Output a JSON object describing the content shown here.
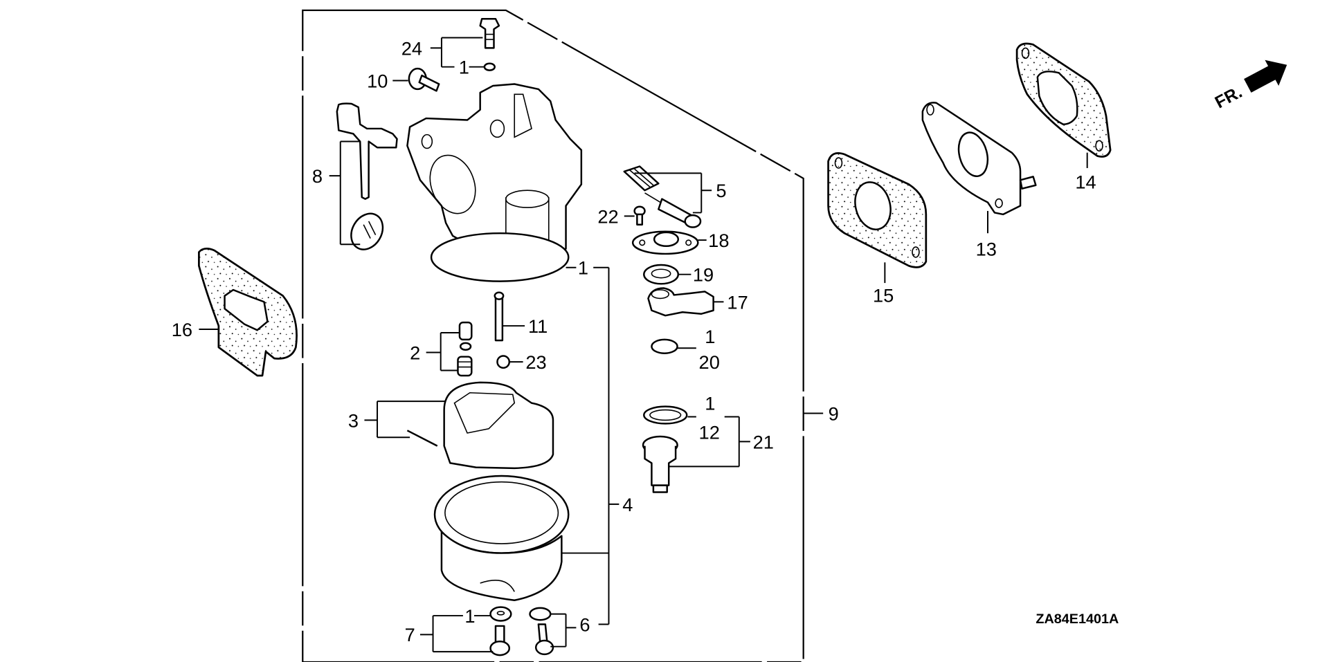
{
  "diagram": {
    "title": "Carburetor exploded parts diagram",
    "code": "ZA84E1401A",
    "direction_indicator": "FR.",
    "colors": {
      "ink": "#000000",
      "background": "#ffffff"
    },
    "callouts": [
      {
        "id": "c24",
        "label": "24"
      },
      {
        "id": "c1a",
        "label": "1"
      },
      {
        "id": "c10",
        "label": "10"
      },
      {
        "id": "c8",
        "label": "8"
      },
      {
        "id": "c5",
        "label": "5"
      },
      {
        "id": "c22",
        "label": "22"
      },
      {
        "id": "c18",
        "label": "18"
      },
      {
        "id": "c1b",
        "label": "1"
      },
      {
        "id": "c19",
        "label": "19"
      },
      {
        "id": "c17",
        "label": "17"
      },
      {
        "id": "c11",
        "label": "11"
      },
      {
        "id": "c2",
        "label": "2"
      },
      {
        "id": "c23",
        "label": "23"
      },
      {
        "id": "c1c",
        "label": "1"
      },
      {
        "id": "c20",
        "label": "20"
      },
      {
        "id": "c16",
        "label": "16"
      },
      {
        "id": "c3",
        "label": "3"
      },
      {
        "id": "c1d",
        "label": "1"
      },
      {
        "id": "c12",
        "label": "12"
      },
      {
        "id": "c21",
        "label": "21"
      },
      {
        "id": "c9",
        "label": "9"
      },
      {
        "id": "c4",
        "label": "4"
      },
      {
        "id": "c1e",
        "label": "1"
      },
      {
        "id": "c7",
        "label": "7"
      },
      {
        "id": "c6",
        "label": "6"
      },
      {
        "id": "c15",
        "label": "15"
      },
      {
        "id": "c13",
        "label": "13"
      },
      {
        "id": "c14",
        "label": "14"
      }
    ]
  }
}
